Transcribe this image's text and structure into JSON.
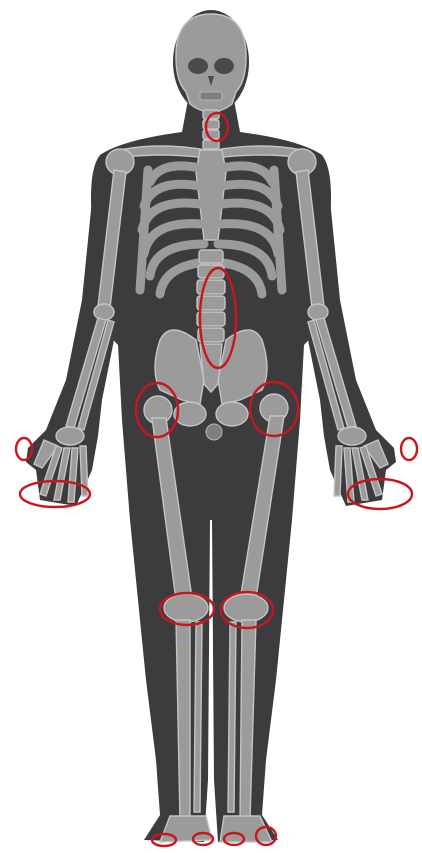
{
  "colors": {
    "background": "#ffffff",
    "silhouette": "#3c3c3e",
    "bone": "#9b9b9c",
    "bone_outline": "#c4c4c5",
    "marker": "#c8161d"
  },
  "markers": [
    {
      "id": "neck"
    },
    {
      "id": "lower-spine"
    },
    {
      "id": "right-hip"
    },
    {
      "id": "left-hip"
    },
    {
      "id": "right-wrist"
    },
    {
      "id": "left-wrist"
    },
    {
      "id": "right-fingers"
    },
    {
      "id": "left-fingers"
    },
    {
      "id": "right-knee"
    },
    {
      "id": "left-knee"
    },
    {
      "id": "right-big-toe"
    },
    {
      "id": "right-small-toe"
    },
    {
      "id": "left-big-toe"
    },
    {
      "id": "left-small-toe"
    }
  ]
}
